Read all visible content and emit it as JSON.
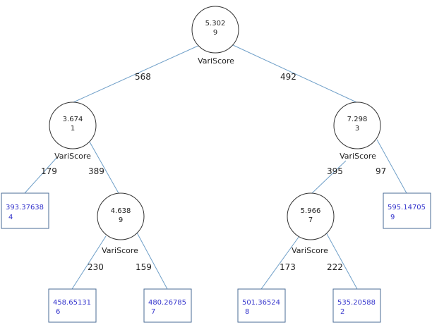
{
  "colors": {
    "edge": "#6f9fc8",
    "node_border": "#333333",
    "leaf_border": "#4a6b95",
    "leaf_text": "#3333cc",
    "text": "#222222"
  },
  "nodes": {
    "root": {
      "value": "5.302",
      "count": "9",
      "split": "VariScore"
    },
    "n_left": {
      "value": "3.674",
      "count": "1",
      "split": "VariScore"
    },
    "n_right": {
      "value": "7.298",
      "count": "3",
      "split": "VariScore"
    },
    "n_left_right": {
      "value": "4.638",
      "count": "9",
      "split": "VariScore"
    },
    "n_right_left": {
      "value": "5.966",
      "count": "7",
      "split": "VariScore"
    }
  },
  "leaves": {
    "leaf_1": {
      "value": "393.37638",
      "count": "4"
    },
    "leaf_2": {
      "value": "458.65131",
      "count": "6"
    },
    "leaf_3": {
      "value": "480.26785",
      "count": "7"
    },
    "leaf_4": {
      "value": "501.36524",
      "count": "8"
    },
    "leaf_5": {
      "value": "535.20588",
      "count": "2"
    },
    "leaf_6": {
      "value": "595.14705",
      "count": "9"
    }
  },
  "edges": {
    "root_left": "568",
    "root_right": "492",
    "left_leaf1": "179",
    "left_right": "389",
    "lr_leaf2": "230",
    "lr_leaf3": "159",
    "right_left": "395",
    "right_leaf6": "97",
    "rl_leaf4": "173",
    "rl_leaf5": "222"
  }
}
